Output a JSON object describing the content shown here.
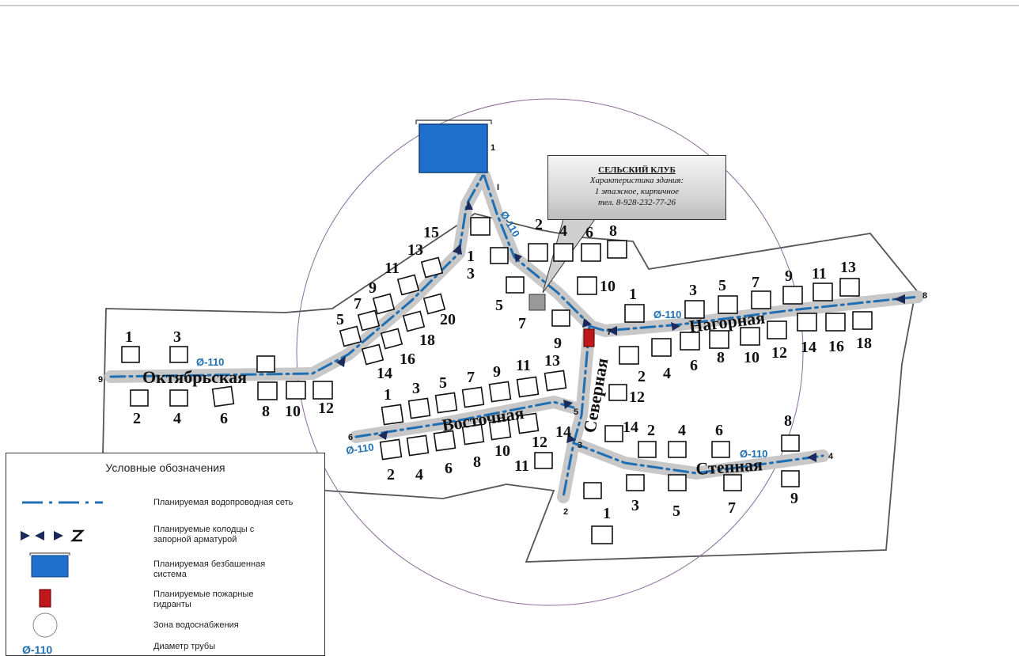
{
  "callout": {
    "title": "СЕЛЬСКИЙ КЛУБ",
    "line1": "Характеристика здания:",
    "line2": "1 этажное, кирпичное",
    "line3": "тел. 8-928-232-77-26"
  },
  "streets": [
    {
      "id": "oktyabrskaya",
      "name": "Октябрьская"
    },
    {
      "id": "vostochnaya",
      "name": "Восточная"
    },
    {
      "id": "severnaya",
      "name": "Северная"
    },
    {
      "id": "nagornaya",
      "name": "Нагорная"
    },
    {
      "id": "stepnaya",
      "name": "Степная"
    }
  ],
  "pipe_diameter_label": "Ø-110",
  "node_numbers": [
    "1",
    "I",
    "8",
    "9",
    "6",
    "4",
    "2",
    "3",
    "5",
    "7"
  ],
  "house_numbers": {
    "oktyabrskaya": [
      "1",
      "3",
      "2",
      "4",
      "6",
      "8",
      "10",
      "12"
    ],
    "diagonal_west": [
      "5",
      "7",
      "9",
      "11",
      "13",
      "15",
      "1",
      "3",
      "14",
      "16",
      "18",
      "20"
    ],
    "center": [
      "2",
      "4",
      "6",
      "8",
      "10",
      "5",
      "7",
      "9"
    ],
    "nagornaya": [
      "1",
      "3",
      "5",
      "7",
      "9",
      "11",
      "13",
      "2",
      "4",
      "6",
      "8",
      "10",
      "12",
      "14",
      "16",
      "18"
    ],
    "vostochnaya": [
      "1",
      "3",
      "5",
      "7",
      "9",
      "11",
      "13",
      "2",
      "4",
      "6",
      "8",
      "10",
      "12",
      "11",
      "14"
    ],
    "severnaya": [
      "12",
      "14"
    ],
    "stepnaya": [
      "2",
      "4",
      "6",
      "8",
      "1",
      "3",
      "5",
      "7",
      "9"
    ]
  },
  "legend": {
    "title": "Условные обозначения",
    "items": [
      {
        "label": "Планируемая водопроводная сеть"
      },
      {
        "label": "Планируемые колодцы с запорной арматурой"
      },
      {
        "label": "Планируемая безбашенная система"
      },
      {
        "label": "Планируемые пожарные гидранты"
      },
      {
        "label": "Зона водоснабжения"
      },
      {
        "label": "Диаметр трубы"
      }
    ],
    "diameter_symbol": "Ø-110"
  },
  "colors": {
    "pipe": "#1f6fb2",
    "road": "#c8c8c8",
    "tank": "#1f6fcc",
    "hydrant": "#c0181a",
    "zone": "#8a6a9a",
    "valve": "#1a2a5a"
  }
}
